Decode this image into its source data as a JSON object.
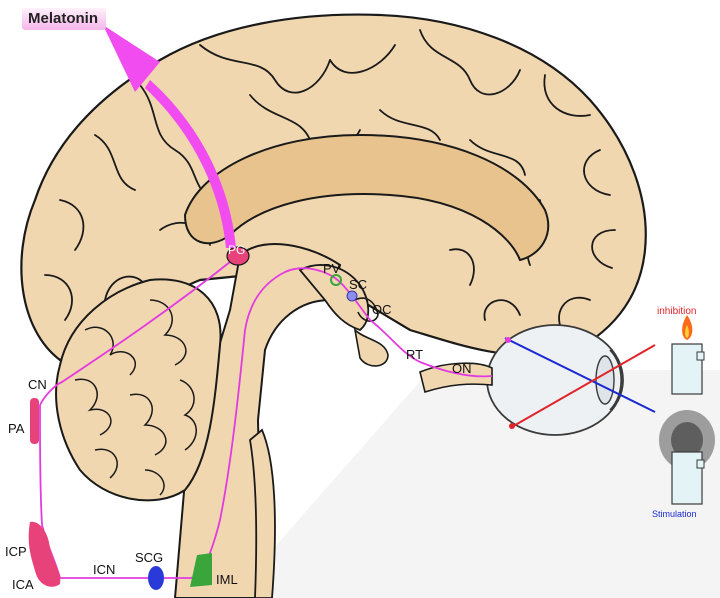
{
  "title": "Melatonin",
  "labels": {
    "pg": "PG",
    "pv": "PV",
    "sc": "SC",
    "oc": "OC",
    "rt": "RT",
    "on": "ON",
    "cn": "CN",
    "pa": "PA",
    "icp": "ICP",
    "ica": "ICA",
    "icn": "ICN",
    "scg": "SCG",
    "iml": "IML",
    "inhibition": "inhibition",
    "stimulation": "Stimulation"
  },
  "colors": {
    "pathway": "#e23ce0",
    "arrow": "#f04cf0",
    "brain": "#f1d7b0",
    "brain_dark": "#e8c38d",
    "inhibition": "#e0242a",
    "stimulation": "#1a2ad0",
    "iml": "#3aa53a",
    "scg": "#2a3ad8"
  },
  "icons": [
    "candle-lit-icon",
    "candle-dark-icon",
    "eye-icon"
  ]
}
